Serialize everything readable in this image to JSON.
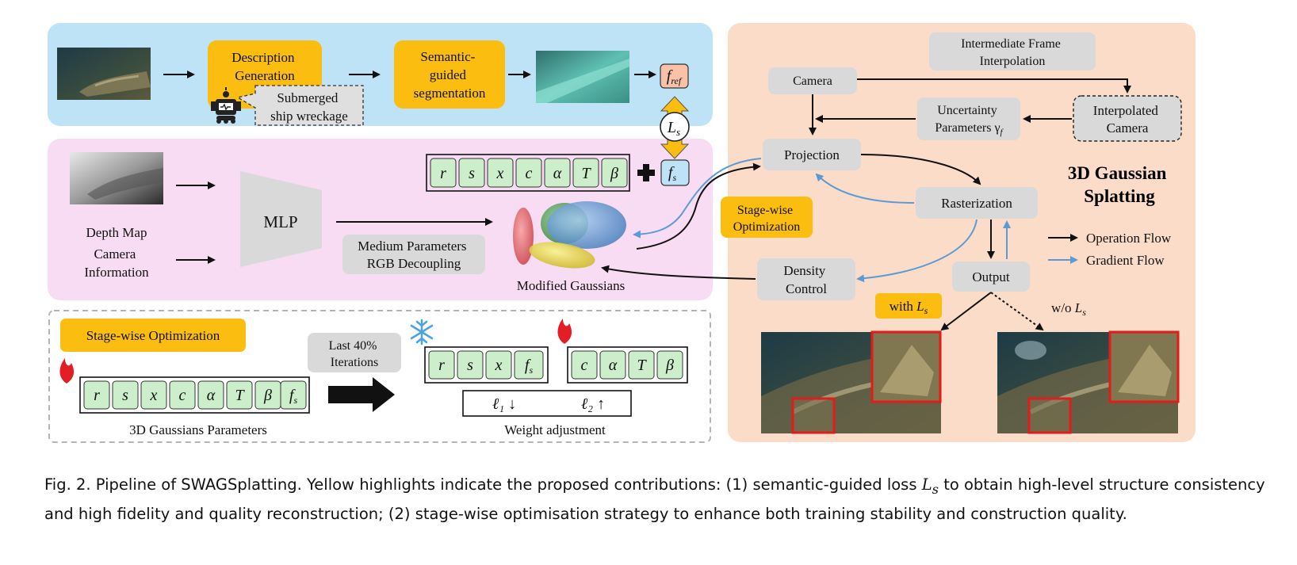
{
  "top_panel": {
    "description_label": [
      "Description",
      "Generation"
    ],
    "speech_label": [
      "Submerged",
      "ship wreckage"
    ],
    "segmentation_label": [
      "Semantic-",
      "guided",
      "segmentation"
    ],
    "f_ref": "f",
    "f_ref_sub": "ref"
  },
  "loss": {
    "symbol": "L",
    "sub": "s"
  },
  "mid_panel": {
    "depth_label": "Depth Map",
    "camera_label": [
      "Camera",
      "Information"
    ],
    "mlp_label": "MLP",
    "medium_label": [
      "Medium Parameters",
      "RGB Decoupling"
    ],
    "params": [
      "r",
      "s",
      "x",
      "c",
      "α",
      "T",
      "β"
    ],
    "f_s": "f",
    "f_s_sub": "s",
    "gaussians_label": "Modified Gaussians",
    "stagewise_label": [
      "Stage-wise",
      "Optimization"
    ]
  },
  "bottom_panel": {
    "stagewise_title": "Stage-wise Optimization",
    "params_all": [
      "r",
      "s",
      "x",
      "c",
      "α",
      "T",
      "β",
      "f_s"
    ],
    "params_caption": "3D Gaussians Parameters",
    "iterations_label": [
      "Last 40%",
      "Iterations"
    ],
    "frozen_params": [
      "r",
      "s",
      "x",
      "f_s"
    ],
    "trained_params": [
      "c",
      "α",
      "T",
      "β"
    ],
    "weights": [
      "ℓ₁ ↓",
      "ℓ₂ ↑"
    ],
    "weight_caption": "Weight adjustment"
  },
  "right_panel": {
    "title": [
      "3D Gaussian",
      "Splatting"
    ],
    "interp_label": [
      "Intermediate Frame",
      "Interpolation"
    ],
    "camera_label": "Camera",
    "uncertainty_label": [
      "Uncertainty",
      "Parameters γ"
    ],
    "uncertainty_sub": "f",
    "interp_camera_label": [
      "Interpolated",
      "Camera"
    ],
    "projection_label": "Projection",
    "rasterization_label": "Rasterization",
    "density_label": [
      "Density",
      "Control"
    ],
    "output_label": "Output",
    "with_label": "with",
    "without_label": "w/o",
    "legend_operation": "Operation Flow",
    "legend_gradient": "Gradient Flow"
  },
  "colors": {
    "top_bg": "#bfe3f6",
    "mid_bg": "#f7dcf3",
    "right_bg": "#fbdcc9",
    "highlight": "#fbbd0f",
    "gray_box": "#d9d9d9",
    "param_green": "#cdeecb",
    "f_ref_fill": "#f9c2a8",
    "f_s_fill": "#bfe3f6",
    "gradient_blue": "#5b9bd5"
  },
  "caption": {
    "prefix": "Fig. 2.  Pipeline of SWAGSplatting. Yellow highlights indicate the proposed contributions: (1) semantic-guided loss ",
    "loss_symbol": "L",
    "loss_sub": "s",
    "suffix": " to obtain high-level structure consistency and high fidelity and quality reconstruction; (2) stage-wise optimisation strategy to enhance both training stability and construction quality."
  }
}
